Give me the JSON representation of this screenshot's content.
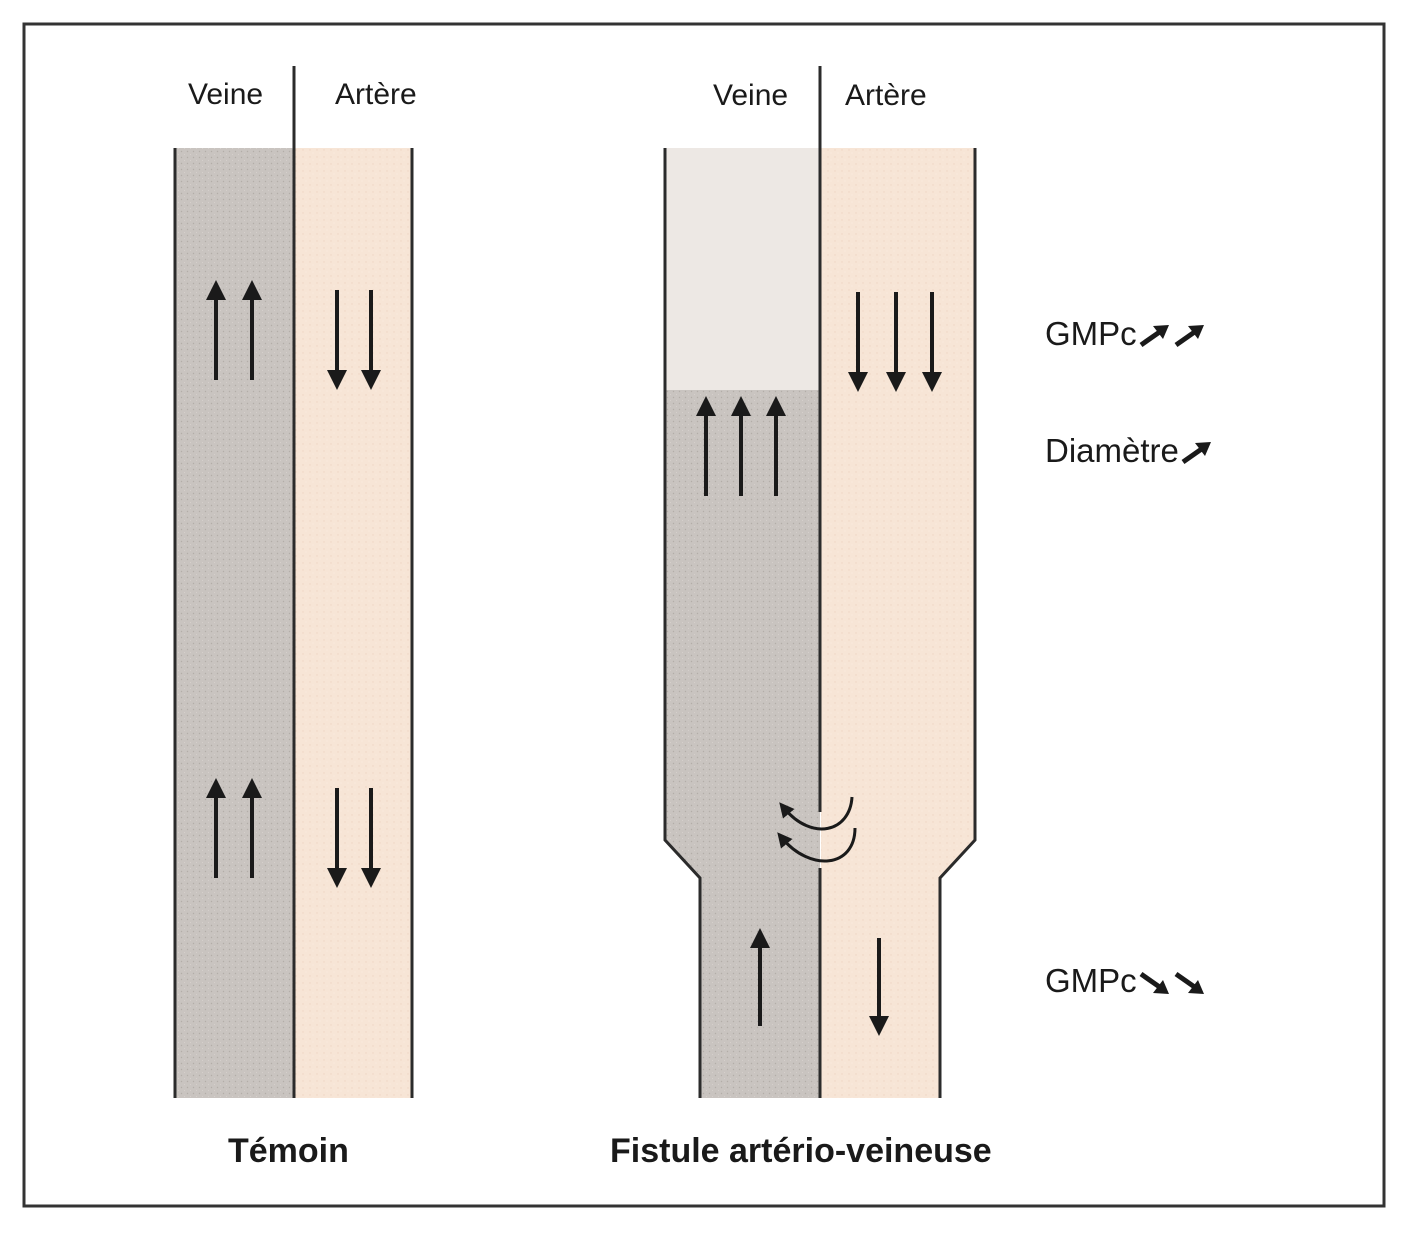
{
  "colors": {
    "frame": "#333333",
    "wall": "#2b2b2b",
    "vein_fill": "#c9c4c0",
    "artery_fill": "#f7e5d6",
    "dilated_vein_upper_fill": "#ede8e4",
    "arrow": "#1a1a1a"
  },
  "panels": {
    "control": {
      "vein_label": "Veine",
      "artery_label": "Artère",
      "caption": "Témoin"
    },
    "fistula": {
      "vein_label": "Veine",
      "artery_label": "Artère",
      "caption": "Fistule artério-veineuse"
    }
  },
  "annotations": {
    "upper_gmpc": {
      "text": "GMPc",
      "arrows": [
        "up-right-arrow",
        "up-right-arrow"
      ]
    },
    "diameter": {
      "text": "Diamètre",
      "arrows": [
        "up-right-arrow"
      ]
    },
    "lower_gmpc": {
      "text": "GMPc",
      "arrows": [
        "down-right-arrow",
        "down-right-arrow"
      ]
    }
  }
}
